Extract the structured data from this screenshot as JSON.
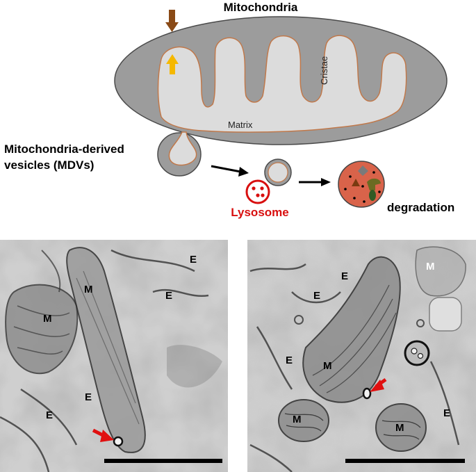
{
  "diagram": {
    "title": "Mitochondria",
    "cristae_label": "Cristae",
    "matrix_label": "Matrix",
    "mdv_label_line1": "Mitochondria-derived",
    "mdv_label_line2": "vesicles (MDVs)",
    "lysosome_label": "Lysosome",
    "degradation_label": "degradation",
    "colors": {
      "outer_membrane": "#9c9c9c",
      "matrix": "#dcdcdc",
      "inner_membrane": "#c0784a",
      "outer_arrow": "#8a4a16",
      "inner_arrow": "#f5b800",
      "lysosome_ring": "#d80f0f",
      "degradation_fill": "#d9634a"
    }
  },
  "micrographs": {
    "left": {
      "labels": {
        "m1": "M",
        "m2": "M",
        "e1": "E",
        "e2": "E",
        "e3": "E",
        "e4": "E"
      }
    },
    "right": {
      "labels": {
        "m1": "M",
        "m2": "M",
        "m3": "M",
        "m4": "M",
        "e1": "E",
        "e2": "E",
        "e3": "E",
        "e4": "E"
      }
    }
  }
}
